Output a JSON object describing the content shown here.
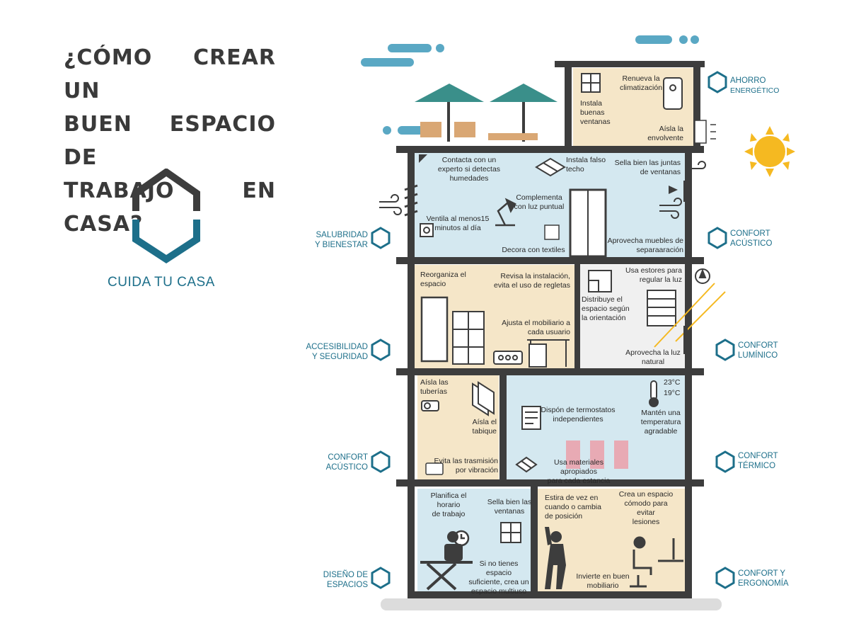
{
  "title": {
    "line1": "¿CÓMO CREAR UN",
    "line2": "BUEN ESPACIO DE",
    "line3": "TRABAJO EN CASA?"
  },
  "brand": "CUIDA TU CASA",
  "colors": {
    "teal": "#1d6f8a",
    "dark": "#3d3d3d",
    "beige": "#f5e6c8",
    "lightblue": "#d4e8f0",
    "sun": "#f5b921"
  },
  "categories": {
    "ahorro": [
      "AHORRO",
      "ENERGÉTICO"
    ],
    "salubridad": [
      "SALUBRIDAD",
      "Y BIENESTAR"
    ],
    "confort_acustico_right": [
      "CONFORT",
      "ACÚSTICO"
    ],
    "accesibilidad": [
      "ACCESIBILIDAD",
      "Y SEGURIDAD"
    ],
    "confort_luminico": [
      "CONFORT",
      "LUMÍNICO"
    ],
    "confort_acustico_left": [
      "CONFORT",
      "ACÚSTICO"
    ],
    "confort_termico": [
      "CONFORT",
      "TÉRMICO"
    ],
    "diseno": [
      "DISEÑO DE",
      "ESPACIOS"
    ],
    "ergonomia": [
      "CONFORT Y",
      "ERGONOMÍA"
    ]
  },
  "tips": {
    "renueva": "Renueva la\nclimatización",
    "instala_ventanas": "Instala\nbuenas\nventanas",
    "aisla_envolvente": "Aísla la\nenvolvente",
    "contacta": "Contacta con un\nexperto si detectas\nhumedades",
    "falso_techo": "Instala falso\ntecho",
    "sella_juntas": "Sella bien las juntas\nde ventanas",
    "luz_puntual": "Complementa\ncon luz puntual",
    "ventila": "Ventila al menos15\nminutos al día",
    "textiles": "Decora con textiles",
    "muebles_separacion": "Aprovecha muebles de\nseparaaración",
    "reorganiza": "Reorganiza el\nespacio",
    "instalacion": "Revisa la instalación,\nevita el uso de regletas",
    "mobiliario": "Ajusta el mobiliario a\ncada usuario",
    "estores": "Usa estores para\nregular la luz",
    "distribuye": "Distribuye el\nespacio según\nla orientación",
    "luz_natural": "Aprovecha la luz\nnatural",
    "tuberias": "Aísla las\ntuberías",
    "tabique": "Aísla el\ntabique",
    "vibracion": "Evita las trasmisión\npor vibración",
    "termostatos": "Dispón de termostatos\nindependientes",
    "temperatura": "Mantén una\ntemperatura\nagradable",
    "materiales": "Usa materiales apropiados\npara cada estancia",
    "horario": "Planifica el horario\nde trabajo",
    "sella_ventanas": "Sella bien las\nventanas",
    "espacio_multiuso": "Si no tienes espacio\nsuficiente, crea un\nespacio multiuso",
    "estira": "Estira de vez en\ncuando o cambia\nde posición",
    "lesiones": "Crea un espacio\ncómodo para evitar\nlesiones",
    "buen_mobiliario": "Invierte en buen\nmobiliario"
  },
  "temps": {
    "t1": "23°C",
    "t2": "19°C"
  }
}
